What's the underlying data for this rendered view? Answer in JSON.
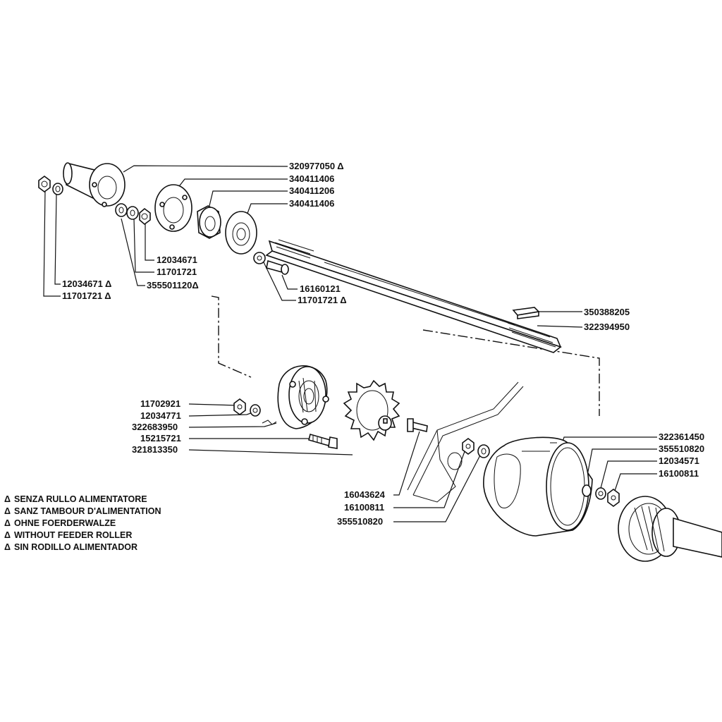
{
  "labels": {
    "l320977050": "320977050 Δ",
    "l340411406a": "340411406",
    "l340411206": "340411206",
    "l340411406b": "340411406",
    "l12034671a": "12034671",
    "l11701721a": "11701721",
    "l12034671b": "12034671 Δ",
    "l355501120": "355501120Δ",
    "l11701721b": "11701721 Δ",
    "l16160121": "16160121",
    "l11701721c": "11701721 Δ",
    "l350388205": "350388205",
    "l322394950": "322394950",
    "l11702921": "11702921",
    "l12034771": "12034771",
    "l322683950": "322683950",
    "l15215721": "15215721",
    "l321813350": "321813350",
    "l322361450": "322361450",
    "l355510820a": "355510820",
    "l12034571": "12034571",
    "l16100811a": "16100811",
    "l16043624": "16043624",
    "l16100811b": "16100811",
    "l355510820b": "355510820"
  },
  "legend": {
    "symbol": "Δ",
    "lines": [
      "SENZA RULLO ALIMENTATORE",
      "SANZ TAMBOUR D'ALIMENTATION",
      "OHNE FOERDERWALZE",
      "WITHOUT FEEDER ROLLER",
      "SIN RODILLO ALIMENTADOR"
    ]
  }
}
